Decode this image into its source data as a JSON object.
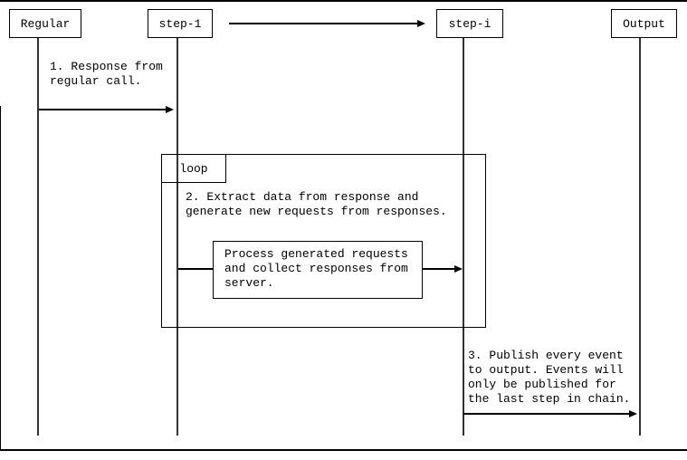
{
  "diagram": {
    "actors": [
      {
        "label": "Regular"
      },
      {
        "label": "step-1"
      },
      {
        "label": "step-i"
      },
      {
        "label": "Output"
      }
    ],
    "loop": {
      "label": "loop"
    },
    "notes": {
      "note1": "1. Response from\nregular call.",
      "note2": "2. Extract data from response and\ngenerate new requests from responses.",
      "note3": "3. Publish every event\nto output. Events will\nonly be published for\nthe last step in chain."
    },
    "process_box_text": "Process generated requests\nand collect responses from\nserver.",
    "colors": {
      "line": "#000000",
      "background": "#ffffff",
      "text": "#000000"
    }
  }
}
